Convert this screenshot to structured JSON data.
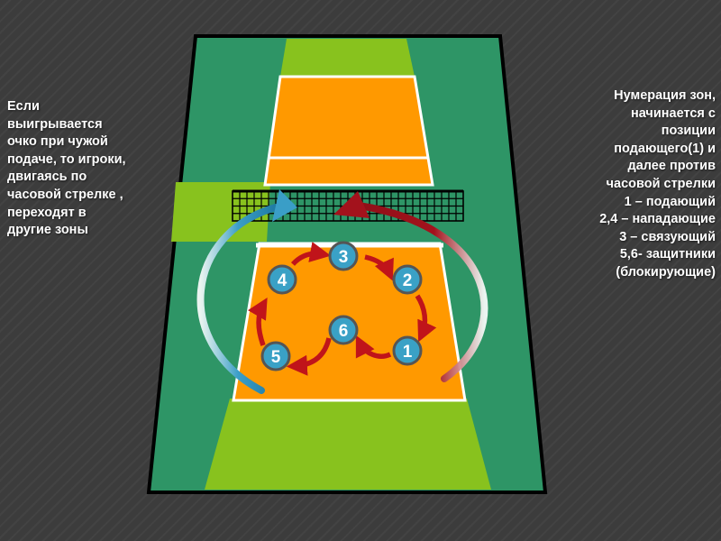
{
  "captions": {
    "left": "Если\nвыигрывается\nочко при чужой\nподаче, то игроки,\nдвигаясь по\nчасовой стрелке ,\nпереходят в\nдругие зоны",
    "right": "Нумерация зон,\nначинается с\nпозиции\nподающего(1) и\nдалее против\nчасовой стрелки\n1 – подающий\n2,4 – нападающие\n3 – связующий\n5,6- защитники\n(блокирующие)"
  },
  "zones": {
    "z1": "1",
    "z2": "2",
    "z3": "3",
    "z4": "4",
    "z5": "5",
    "z6": "6"
  },
  "colors": {
    "outer_field": "#2e9566",
    "free_zone": "#88c21e",
    "court": "#ff9900",
    "player_circle": "#3aa1c6",
    "rotation_arrow": "#c0141a",
    "switch_arrow_left": "#3a9ec7",
    "switch_arrow_right": "#a3121c"
  }
}
